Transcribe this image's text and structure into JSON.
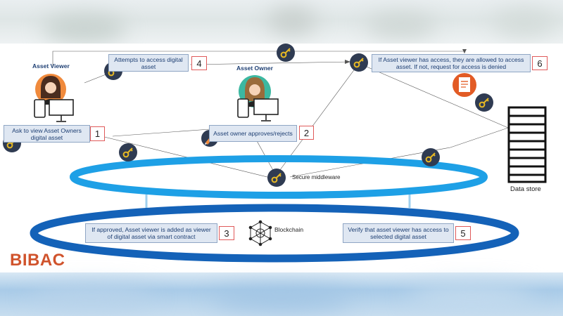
{
  "title": "BIBAC",
  "roles": {
    "viewer": "Asset Viewer",
    "owner": "Asset Owner"
  },
  "steps": [
    {
      "num": "1",
      "text": "Ask to view Asset Owners digital asset"
    },
    {
      "num": "2",
      "text": "Asset owner approves/rejects"
    },
    {
      "num": "3",
      "text": "If approved, Asset viewer is added as viewer of digital asset via smart contract"
    },
    {
      "num": "4",
      "text": "Attempts to access digital asset"
    },
    {
      "num": "5",
      "text": "Verify that asset viewer has access to selected digital asset"
    },
    {
      "num": "6",
      "text": "If Asset viewer has access, they are allowed to access asset. If not, request for access is denied"
    }
  ],
  "labels": {
    "middleware": "Secure middleware",
    "blockchain": "Blockchain",
    "datastore": "Data store"
  },
  "colors": {
    "ring_light": "#1ea0e6",
    "ring_dark": "#1462b8",
    "box_fill": "#dfe7f2",
    "key_bg": "#2f3b52",
    "key_gold": "#e8b923",
    "brand": "#d0532c"
  },
  "icons": [
    "key-icon",
    "person-icon",
    "phone-icon",
    "monitor-icon",
    "pen-icon",
    "document-icon",
    "blockchain-icon",
    "database-icon"
  ]
}
